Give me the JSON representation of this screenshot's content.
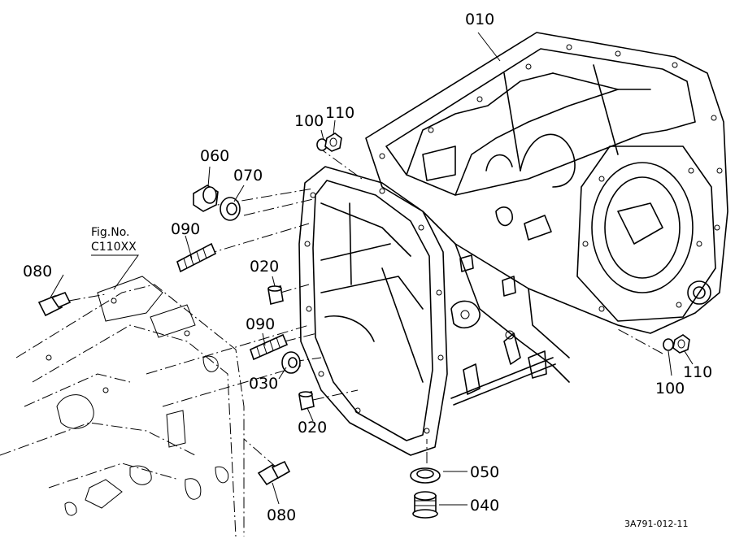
{
  "figure": {
    "ref_label": "Fig.No.",
    "ref_code": "C110XX",
    "drawing_id": "3A791-012-11"
  },
  "callouts": [
    {
      "key": "p010",
      "text": "010"
    },
    {
      "key": "p100a",
      "text": "100"
    },
    {
      "key": "p110a",
      "text": "110"
    },
    {
      "key": "p060",
      "text": "060"
    },
    {
      "key": "p070",
      "text": "070"
    },
    {
      "key": "p090a",
      "text": "090"
    },
    {
      "key": "p080a",
      "text": "080"
    },
    {
      "key": "p020a",
      "text": "020"
    },
    {
      "key": "p090b",
      "text": "090"
    },
    {
      "key": "p030",
      "text": "030"
    },
    {
      "key": "p020b",
      "text": "020"
    },
    {
      "key": "p080b",
      "text": "080"
    },
    {
      "key": "p050",
      "text": "050"
    },
    {
      "key": "p040",
      "text": "040"
    },
    {
      "key": "p100b",
      "text": "100"
    },
    {
      "key": "p110b",
      "text": "110"
    }
  ]
}
